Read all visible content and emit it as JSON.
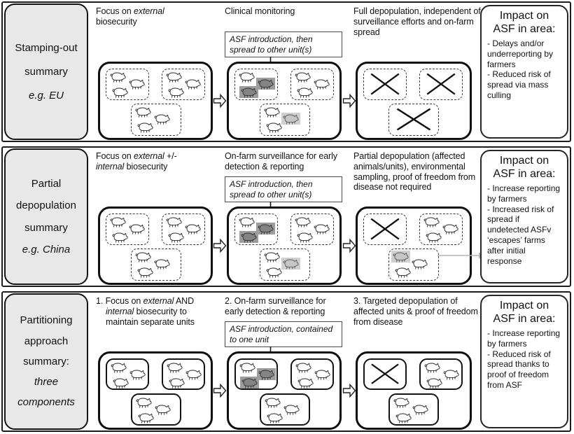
{
  "colors": {
    "label_bg": "#e8e8e8",
    "outline": "#1c1c1c",
    "infected_pig_bg": "#9d9d9d",
    "infected_pig_fill": "#848484",
    "spread_pig_bg": "#cfcfcf",
    "spread_pig_fill": "#c6c6c6",
    "escape_arrow": "#b5b5b5"
  },
  "icons": {
    "pig": "pig-icon",
    "infected_pig": "infected-pig-icon",
    "spread_pig": "spread-pig-icon",
    "x_mark": "x-mark-icon",
    "block_arrow": "block-arrow-right-icon",
    "down_arrow": "down-arrow-icon",
    "escape_arrow": "escape-arrow-icon"
  },
  "rows": [
    {
      "label_lines": [
        {
          "t": "Stamping-out"
        },
        {
          "t": "summary"
        },
        {
          "t": "e.g. EU",
          "i": true
        }
      ],
      "cols": [
        {
          "header": [
            {
              "t": "Focus on "
            },
            {
              "t": "external",
              "i": true
            },
            {
              "t": " biosecurity"
            }
          ],
          "farm": {
            "unit_style": "dashed",
            "units": [
              {
                "pos": "tl",
                "pigs": [
                  "n",
                  "n",
                  "n"
                ]
              },
              {
                "pos": "tr",
                "pigs": [
                  "n",
                  "n",
                  "n"
                ]
              },
              {
                "pos": "bc",
                "pigs": [
                  "n",
                  "n",
                  "n"
                ]
              }
            ]
          }
        },
        {
          "header": [
            {
              "t": "Clinical monitoring"
            }
          ],
          "callout": [
            {
              "t": "ASF introduction, then spread to other unit(s)",
              "i": true
            }
          ],
          "farm": {
            "unit_style": "dashed",
            "units": [
              {
                "pos": "tl",
                "pigs": [
                  "n",
                  "d",
                  "d"
                ]
              },
              {
                "pos": "tr",
                "pigs": [
                  "n",
                  "n",
                  "n"
                ]
              },
              {
                "pos": "bc",
                "pigs": [
                  "n",
                  "l",
                  "n"
                ]
              }
            ]
          }
        },
        {
          "header": [
            {
              "t": "Full depopulation, independent of surveillance efforts and on-farm spread"
            }
          ],
          "farm": {
            "unit_style": "dashed",
            "units": [
              {
                "pos": "tl",
                "cross": true
              },
              {
                "pos": "tr",
                "cross": true
              },
              {
                "pos": "bc",
                "cross": true
              }
            ]
          }
        }
      ],
      "impact": {
        "title_lines": [
          "Impact on",
          "ASF in area:"
        ],
        "bullets": [
          "- Delays and/or underreporting by farmers",
          "- Reduced risk of spread via mass culling"
        ]
      }
    },
    {
      "label_lines": [
        {
          "t": "Partial"
        },
        {
          "t": "depopulation"
        },
        {
          "t": "summary"
        },
        {
          "t": "e.g. China",
          "i": true
        }
      ],
      "cols": [
        {
          "header": [
            {
              "t": "Focus on "
            },
            {
              "t": "external",
              "i": true
            },
            {
              "t": " +/- "
            },
            {
              "t": "internal",
              "i": true
            },
            {
              "t": " biosecurity"
            }
          ],
          "farm": {
            "unit_style": "dashed",
            "units": [
              {
                "pos": "tl",
                "pigs": [
                  "n",
                  "n",
                  "n"
                ]
              },
              {
                "pos": "tr",
                "pigs": [
                  "n",
                  "n",
                  "n"
                ]
              },
              {
                "pos": "bc",
                "pigs": [
                  "n",
                  "n",
                  "n"
                ]
              }
            ]
          }
        },
        {
          "header": [
            {
              "t": "On-farm surveillance for early detection & reporting"
            }
          ],
          "callout": [
            {
              "t": "ASF introduction, then spread to other unit(s)",
              "i": true
            }
          ],
          "farm": {
            "unit_style": "dashed",
            "units": [
              {
                "pos": "tl",
                "pigs": [
                  "n",
                  "d",
                  "d"
                ]
              },
              {
                "pos": "tr",
                "pigs": [
                  "n",
                  "n",
                  "n"
                ]
              },
              {
                "pos": "bc",
                "pigs": [
                  "n",
                  "l",
                  "n"
                ]
              }
            ]
          }
        },
        {
          "header": [
            {
              "t": "Partial depopulation (affected animals/units), environmental sampling, proof of freedom from disease not required"
            }
          ],
          "farm": {
            "unit_style": "dashed",
            "units": [
              {
                "pos": "tl",
                "cross": true
              },
              {
                "pos": "tr",
                "pigs": [
                  "n",
                  "n",
                  "n"
                ]
              },
              {
                "pos": "bc",
                "pigs": [
                  "l",
                  "n",
                  "n"
                ]
              }
            ]
          }
        }
      ],
      "impact": {
        "title_lines": [
          "Impact on",
          "ASF in area:"
        ],
        "bullets": [
          "- Increase reporting by farmers",
          "- Increased risk of spread if undetected ASFv ‘escapes’ farms after initial response"
        ]
      }
    },
    {
      "label_lines": [
        {
          "t": "Partitioning"
        },
        {
          "t": "approach"
        },
        {
          "t": "summary:"
        },
        {
          "t": "three",
          "i": true
        },
        {
          "t": "components",
          "i": true
        }
      ],
      "cols": [
        {
          "header": [
            {
              "t": "1. Focus on "
            },
            {
              "t": "external",
              "i": true
            },
            {
              "t": " AND "
            },
            {
              "t": "internal",
              "i": true
            },
            {
              "t": " biosecurity to maintain separate units"
            }
          ],
          "farm": {
            "unit_style": "solid",
            "units": [
              {
                "pos": "tl",
                "pigs": [
                  "n",
                  "n",
                  "n"
                ]
              },
              {
                "pos": "tr",
                "pigs": [
                  "n",
                  "n",
                  "n"
                ]
              },
              {
                "pos": "bc",
                "pigs": [
                  "n",
                  "n",
                  "n"
                ]
              }
            ]
          }
        },
        {
          "header": [
            {
              "t": "2. On-farm surveillance for early detection & reporting"
            }
          ],
          "callout": [
            {
              "t": "ASF introduction, contained to one unit",
              "i": true
            }
          ],
          "farm": {
            "unit_style": "solid",
            "units": [
              {
                "pos": "tl",
                "pigs": [
                  "n",
                  "d",
                  "d"
                ]
              },
              {
                "pos": "tr",
                "pigs": [
                  "n",
                  "n",
                  "n"
                ]
              },
              {
                "pos": "bc",
                "pigs": [
                  "n",
                  "n",
                  "n"
                ]
              }
            ]
          }
        },
        {
          "header": [
            {
              "t": "3. Targeted depopulation of affected units & proof of freedom from disease"
            }
          ],
          "farm": {
            "unit_style": "solid",
            "units": [
              {
                "pos": "tl",
                "cross": true
              },
              {
                "pos": "tr",
                "pigs": [
                  "n",
                  "n",
                  "n"
                ]
              },
              {
                "pos": "bc",
                "pigs": [
                  "n",
                  "n",
                  "n"
                ]
              }
            ]
          }
        }
      ],
      "impact": {
        "title_lines": [
          "Impact on",
          "ASF in area:"
        ],
        "bullets": [
          "- Increase reporting by farmers",
          "- Reduced risk of spread thanks to proof of freedom from ASF"
        ]
      }
    }
  ]
}
